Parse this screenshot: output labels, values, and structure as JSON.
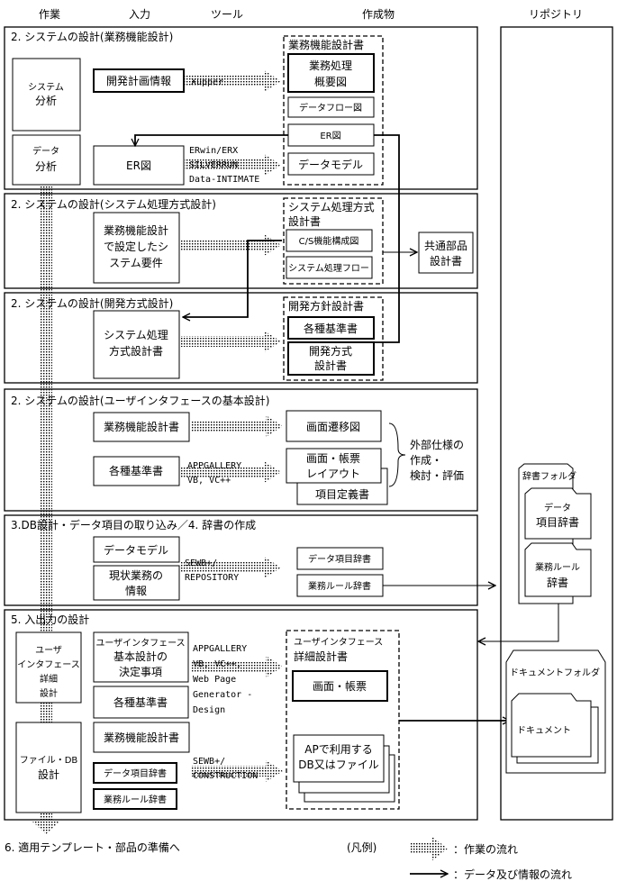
{
  "headers": {
    "work": "作業",
    "input": "入力",
    "tool": "ツール",
    "output": "作成物",
    "repo": "リポジトリ"
  },
  "s1": {
    "title": "2. システムの設計(業務機能設計)",
    "task_system": [
      "システム",
      "分析"
    ],
    "task_data": [
      "データ",
      "分析"
    ],
    "in_plan": "開発計画情報",
    "in_er": "ER図",
    "tool_xupper": "Xupper",
    "tool_erwin": [
      "ERwin/ERX",
      "SILVERRUN",
      "Data-INTIMATE"
    ],
    "out_group": "業務機能設計書",
    "out_overview": [
      "業務処理",
      "概要図"
    ],
    "out_dataflow": "データフロー図",
    "out_er": "ER図",
    "out_datamodel": "データモデル"
  },
  "s2": {
    "title": "2. システムの設計(システム処理方式設計)",
    "input": [
      "業務機能設計",
      "で設定したシ",
      "ステム要件"
    ],
    "out_group": [
      "システム処理方式",
      "設計書"
    ],
    "out_cs": "C/S機能構成図",
    "out_flow": "システム処理フロー",
    "common": [
      "共通部品",
      "設計書"
    ]
  },
  "s3": {
    "title": "2. システムの設計(開発方式設計)",
    "input": [
      "システム処理",
      "方式設計書"
    ],
    "out_group": "開発方針設計書",
    "out_standards": "各種基準書",
    "out_method": [
      "開発方式",
      "設計書"
    ]
  },
  "s4": {
    "title": "2. システムの設計(ユーザインタフェースの基本設計)",
    "in_func": "業務機能設計書",
    "in_std": "各種基準書",
    "tool": [
      "APPGALLERY",
      "VB, VC++"
    ],
    "out_trans": "画面遷移図",
    "out_layout": [
      "画面・帳票",
      "レイアウト"
    ],
    "out_items": "項目定義書",
    "note": [
      "外部仕様の",
      "作成・",
      "検討・評価"
    ]
  },
  "s5": {
    "title": "3.DB設計・データ項目の取り込み／4. 辞書の作成",
    "in_model": "データモデル",
    "in_current": [
      "現状業務の",
      "情報"
    ],
    "tool": [
      "SEWB+/",
      "REPOSITORY"
    ],
    "out_items": "データ項目辞書",
    "out_rules": "業務ルール辞書"
  },
  "s6": {
    "title": "5. 入出力の設計",
    "task_ui": [
      "ユーザ",
      "インタフェース",
      "詳細",
      "設計"
    ],
    "task_file": [
      "ファイル・DB",
      "設計"
    ],
    "in_decision": [
      "ユーザインタフェース",
      "基本設計の",
      "決定事項"
    ],
    "in_std": "各種基準書",
    "in_func": "業務機能設計書",
    "in_items": "データ項目辞書",
    "in_rules": "業務ルール辞書",
    "tool1": [
      "APPGALLERY",
      "VB, VC++,",
      "Web Page",
      "Generator -",
      "Design"
    ],
    "tool2": [
      "SEWB+/",
      "CONSTRUCTION"
    ],
    "out_group": [
      "ユーザインタフェース",
      "詳細設計書"
    ],
    "out_screen": "画面・帳票",
    "out_file": [
      "APで利用する",
      "DB又はファイル"
    ]
  },
  "repo": {
    "dict_folder": "辞書フォルダ",
    "dict_items": [
      "データ",
      "項目辞書"
    ],
    "dict_rules": [
      "業務ルール",
      "辞書"
    ],
    "doc_folder": "ドキュメントフォルダ",
    "doc": "ドキュメント"
  },
  "footer": {
    "next": "6. 適用テンプレート・部品の準備へ",
    "legend": "(凡例)",
    "legend_work": "：作業の流れ",
    "legend_data": "：データ及び情報の流れ"
  }
}
